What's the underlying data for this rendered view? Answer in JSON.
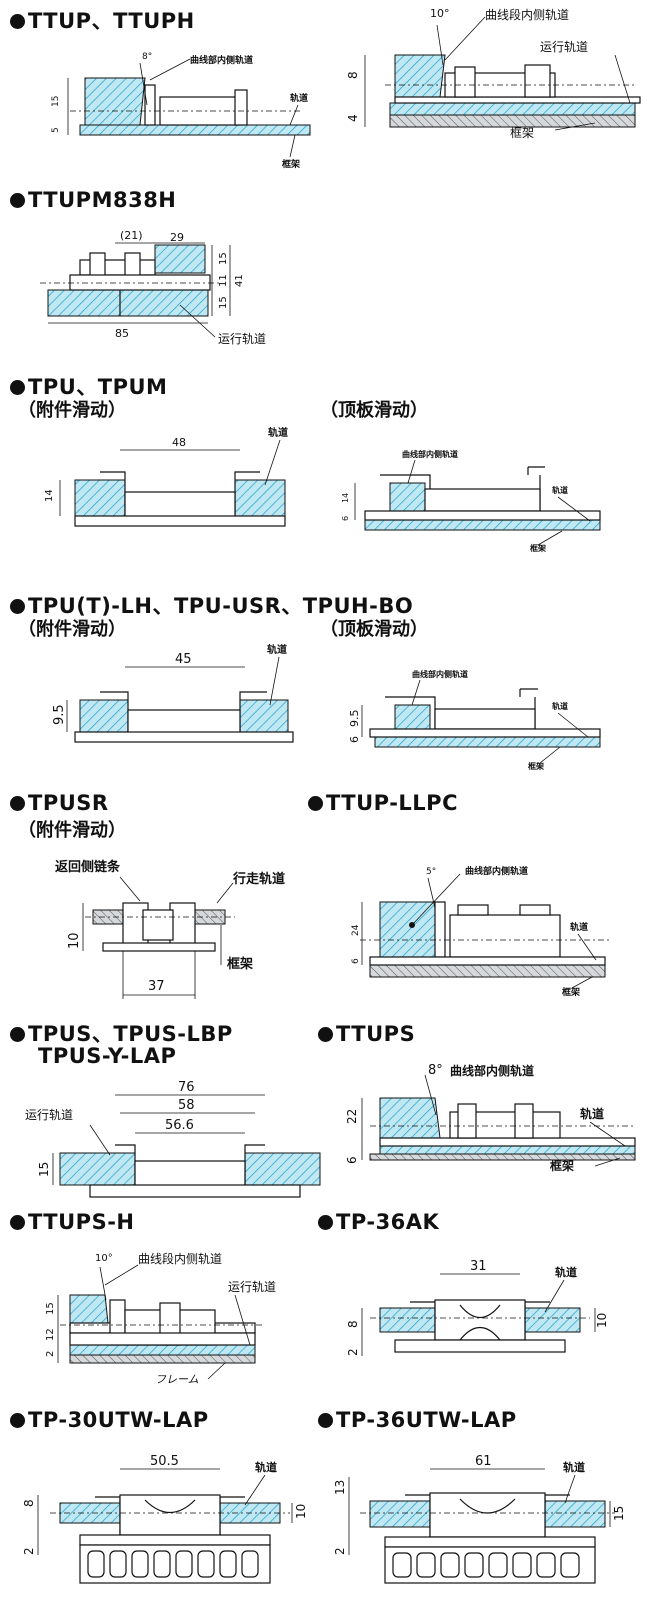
{
  "colors": {
    "rail": "#bfe8f2",
    "frame": "#cfd3d6",
    "hatch": "#1f9ecb",
    "line": "#111111"
  },
  "sections": [
    {
      "id": "ttup",
      "title": "TTUP、TTUPH",
      "icon": "bullet-dot-icon",
      "labels": {
        "curve": "曲线部内侧轨道",
        "rail": "轨道",
        "frame": "框架",
        "angle": "8°",
        "d1": "15",
        "d2": "5"
      }
    },
    {
      "id": "ttup-right",
      "labels": {
        "curve": "曲线段内侧轨道",
        "run": "运行轨道",
        "frame": "框架",
        "angle": "10°",
        "d1": "8",
        "d2": "4"
      }
    },
    {
      "id": "ttupm838h",
      "title": "TTUPM838H",
      "icon": "bullet-dot-icon",
      "labels": {
        "w1": "(21)",
        "w2": "29",
        "w3": "85",
        "h1": "15",
        "h2": "11",
        "h3": "15",
        "h4": "41",
        "run": "运行轨道"
      }
    },
    {
      "id": "tpu",
      "title": "TPU、TPUM",
      "sub_left": "（附件滑动）",
      "sub_right": "（顶板滑动）",
      "icon": "bullet-dot-icon",
      "labels": {
        "w": "48",
        "h": "14",
        "rail": "轨道",
        "curve": "曲线部内侧轨道",
        "frame": "框架",
        "h1": "14",
        "h2": "6"
      }
    },
    {
      "id": "tpu-lh",
      "title": "TPU(T)-LH、TPU-USR、TPUH-BO",
      "sub_left": "（附件滑动）",
      "sub_right": "（顶板滑动）",
      "icon": "bullet-dot-icon",
      "labels": {
        "w": "45",
        "h": "9.5",
        "rail": "轨道",
        "curve": "曲线部内侧轨道",
        "frame": "框架",
        "h1": "9.5",
        "h2": "6"
      }
    },
    {
      "id": "tpusr",
      "title": "TPUSR",
      "sub_left": "（附件滑动）",
      "icon": "bullet-dot-icon",
      "labels": {
        "return": "返回侧链条",
        "run": "行走轨道",
        "frame": "框架",
        "h": "10",
        "w": "37"
      }
    },
    {
      "id": "ttup-llpc",
      "title": "TTUP-LLPC",
      "icon": "bullet-dot-icon",
      "labels": {
        "angle": "5°",
        "curve": "曲线部内侧轨道",
        "rail": "轨道",
        "frame": "框架",
        "h1": "24",
        "h2": "6"
      }
    },
    {
      "id": "tpus",
      "title": "TPUS、TPUS-LBP",
      "title2": "TPUS-Y-LAP",
      "icon": "bullet-dot-icon",
      "labels": {
        "w1": "76",
        "w2": "58",
        "w3": "56.6",
        "h": "15",
        "run": "运行轨道"
      }
    },
    {
      "id": "ttups",
      "title": "TTUPS",
      "icon": "bullet-dot-icon",
      "labels": {
        "angle": "8°",
        "curve": "曲线部内侧轨道",
        "rail": "轨道",
        "frame": "框架",
        "h1": "22",
        "h2": "6"
      }
    },
    {
      "id": "ttups-h",
      "title": "TTUPS-H",
      "icon": "bullet-dot-icon",
      "labels": {
        "angle": "10°",
        "curve": "曲线段内侧轨道",
        "run": "运行轨道",
        "frame": "フレーム",
        "h1": "15",
        "h2": "12",
        "h3": "2"
      }
    },
    {
      "id": "tp-36ak",
      "title": "TP-36AK",
      "icon": "bullet-dot-icon",
      "labels": {
        "w": "31",
        "rail": "轨道",
        "h1": "8",
        "h2": "2",
        "h3": "10"
      }
    },
    {
      "id": "tp-30utw",
      "title": "TP-30UTW-LAP",
      "icon": "bullet-dot-icon",
      "labels": {
        "w": "50.5",
        "rail": "轨道",
        "h1": "8",
        "h2": "2",
        "h3": "10"
      }
    },
    {
      "id": "tp-36utw",
      "title": "TP-36UTW-LAP",
      "icon": "bullet-dot-icon",
      "labels": {
        "w": "61",
        "rail": "轨道",
        "h1": "13",
        "h2": "2",
        "h3": "15"
      }
    }
  ]
}
